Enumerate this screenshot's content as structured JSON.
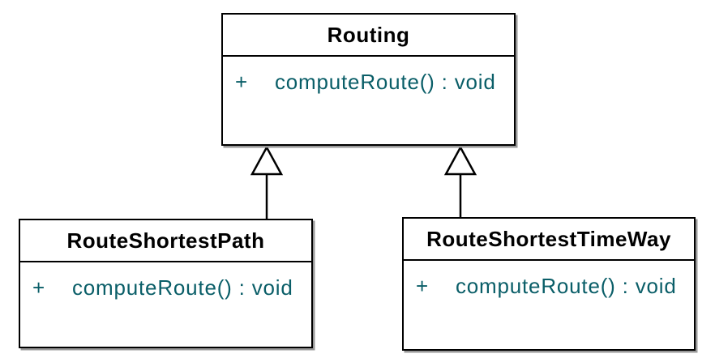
{
  "diagram": {
    "kind": "uml-class-diagram",
    "classes": [
      {
        "name": "Routing",
        "operations": [
          {
            "visibility": "+",
            "signature": "computeRoute() : void"
          }
        ]
      },
      {
        "name": "RouteShortestPath",
        "operations": [
          {
            "visibility": "+",
            "signature": "computeRoute() : void"
          }
        ]
      },
      {
        "name": "RouteShortestTimeWay",
        "operations": [
          {
            "visibility": "+",
            "signature": "computeRoute() : void"
          }
        ]
      }
    ],
    "relations": [
      {
        "type": "generalization",
        "from": "RouteShortestPath",
        "to": "Routing"
      },
      {
        "type": "generalization",
        "from": "RouteShortestTimeWay",
        "to": "Routing"
      }
    ],
    "colors": {
      "background": "#ffffff",
      "box_fill": "#ffffff",
      "box_border": "#000000",
      "class_name_text": "#000000",
      "operation_text": "#0a5e68",
      "shadow": "#999999"
    }
  }
}
